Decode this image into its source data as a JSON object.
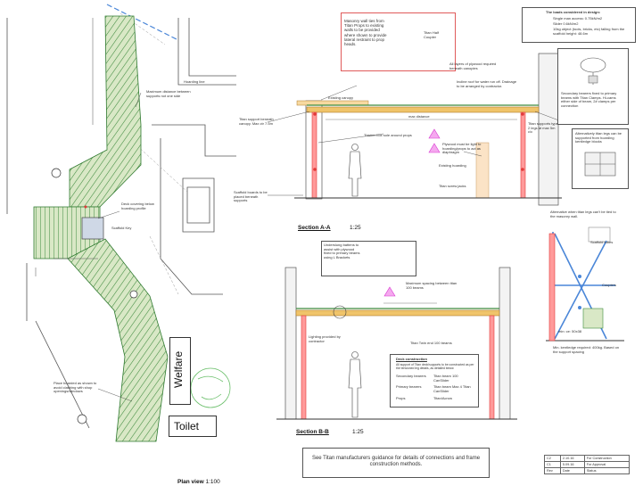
{
  "plan": {
    "label_prefix": "Plan view",
    "scale": "1:100",
    "welfare": "Welfare",
    "toilet": "Toilet",
    "hoarding_line": "Hoarding line",
    "max_distance": "Maximum distance between supports not one side",
    "deck_covering": "Deck covering below hoarding profile",
    "scaffold_key": "Scaffold Key",
    "place_boarded": "Place boarded as shown to avoid clashing with shop openings/windows"
  },
  "section_aa": {
    "title": "Section A-A",
    "scale": "1:25",
    "masonry_note": "Masonry wall ties from Titan Props to existing walls to be provided where shown to provide lateral restraint to prop heads.",
    "titan_half_coupler": "Titan Half Coupler",
    "existing_canopy": "Existing canopy",
    "all_layers_plywood": "All layers of plywood required beneath canopies",
    "incline_roof": "Incline roof for water run off. Drainage to be arranged by contractor.",
    "max_distance": "max distance",
    "titan_support": "Titan support beneath canopy. Max ctr 7.5m",
    "thicker_box": "Thicker box sole around props",
    "plywood_light": "Plywood must be light to hoarding/props to act as diaphragm",
    "existing_hoarding": "Existing hoarding",
    "titan_screw_jacks": "Titan screw jacks",
    "scaffold_boards": "Scaffold boards to be placed beneath supports",
    "titan_supports_right": "Titan supports type 2 legs at max 5m c/c"
  },
  "section_bb": {
    "title": "Section B-B",
    "scale": "1:25",
    "underslung": "Underslung battens to assist with plywood fixed to primary beams using L Brackets",
    "max_spacing": "Maximum spacing between titan 100 beams",
    "lighting": "Lighting provided by contractor",
    "titan_twin": "Titan Twin end 100 beams",
    "deck_construction": "Deck construction",
    "deck_note": "All support of Titan deck/supports to be constructed as per the tensioned leg details, as detailed below",
    "secondary_bearers": "Secondary bearers",
    "secondary_bearers_val": "Titan beam 100 CanSlider",
    "primary_bearers": "Primary bearers",
    "primary_bearers_val": "Titan beam Max 4 Titan CanSlider",
    "props": "Props",
    "props_val": "Titan/Acrow"
  },
  "loads": {
    "heading": "The loads considered in design:",
    "items": [
      "Single man access: 0.75kN/m2",
      "Slider 0.6kN/m2",
      "10kg object (tools, bricks, etc) falling from the scaffold height: 48.6m"
    ]
  },
  "right_panel": {
    "secondary_bearers": "Secondary bearers fixed to primary beams with Titan Clamps. Hi-cams either side of beam, 2# clamps per connection",
    "alt_ties": "Alternatively titan legs can be supported from hoarding kentledge blocks",
    "alt_when": "Alternative when titan legs can't be tied to the masonry wall.",
    "scaffold_tubes": "Scaffold tubes",
    "couplers": "Couplers",
    "min_kentledge": "Min. kentledge required: 400kg. Based on the support spacing",
    "dim": "min: ce: 50x38"
  },
  "footer": {
    "note": "See Titan manufacturers guidance for details of connections and frame construction methods.",
    "rev_header": [
      "Rev",
      "Date",
      "Status"
    ],
    "revisions": [
      {
        "rev": "C2",
        "date": "2.10.16",
        "status": "For Construction"
      },
      {
        "rev": "C1",
        "date": "5.09.16",
        "status": "For Approval"
      }
    ]
  },
  "colors": {
    "deck_fill": "#d8e8c8",
    "deck_hatch": "#3a8a3a",
    "prop_red": "#e23a3a",
    "beam_orange": "#f0a640",
    "structure_blue": "#4a86d8",
    "warning_magenta": "#d838d0"
  }
}
